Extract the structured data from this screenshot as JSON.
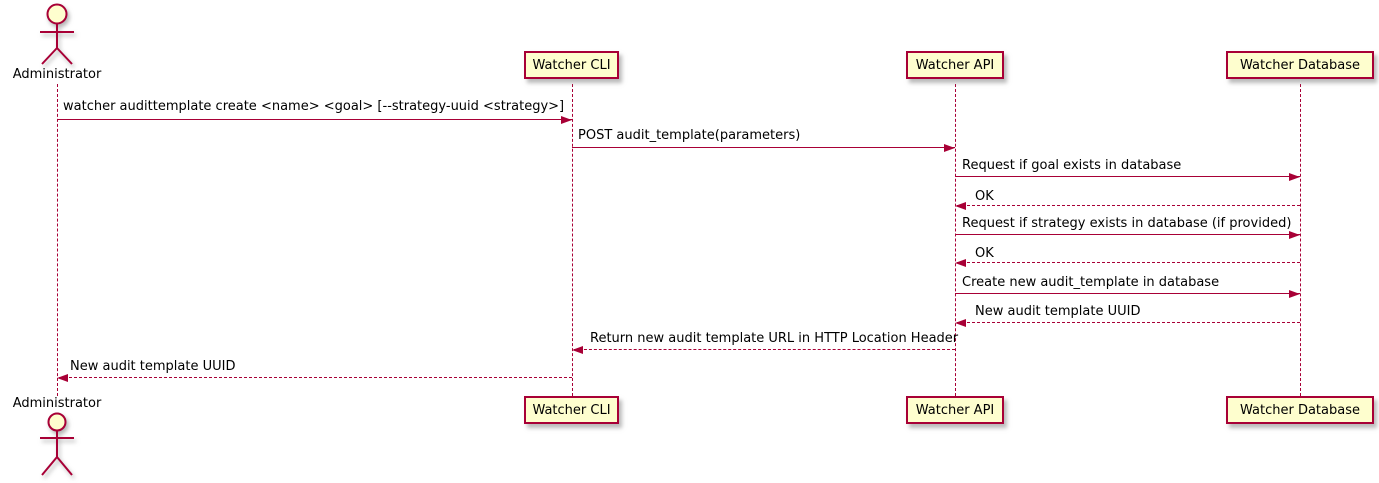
{
  "diagram": {
    "type": "sequence",
    "colors": {
      "accent": "#A80036",
      "participant_fill": "#FEFECE",
      "text": "#000000",
      "background": "#FFFFFF"
    },
    "actors": [
      {
        "name": "Administrator"
      }
    ],
    "participants": [
      {
        "label": "Watcher CLI"
      },
      {
        "label": "Watcher API"
      },
      {
        "label": "Watcher Database"
      }
    ],
    "messages": [
      {
        "from": "Administrator",
        "to": "Watcher CLI",
        "line": "solid",
        "text": "watcher audittemplate create <name> <goal> [--strategy-uuid <strategy>]"
      },
      {
        "from": "Watcher CLI",
        "to": "Watcher API",
        "line": "solid",
        "text": "POST audit_template(parameters)"
      },
      {
        "from": "Watcher API",
        "to": "Watcher Database",
        "line": "solid",
        "text": "Request if goal exists in database"
      },
      {
        "from": "Watcher Database",
        "to": "Watcher API",
        "line": "dashed",
        "text": "OK"
      },
      {
        "from": "Watcher API",
        "to": "Watcher Database",
        "line": "solid",
        "text": "Request if strategy exists in database (if provided)"
      },
      {
        "from": "Watcher Database",
        "to": "Watcher API",
        "line": "dashed",
        "text": "OK"
      },
      {
        "from": "Watcher API",
        "to": "Watcher Database",
        "line": "solid",
        "text": "Create new audit_template in database"
      },
      {
        "from": "Watcher Database",
        "to": "Watcher API",
        "line": "dashed",
        "text": "New audit template UUID"
      },
      {
        "from": "Watcher API",
        "to": "Watcher CLI",
        "line": "dashed",
        "text": "Return new audit template URL in HTTP Location Header"
      },
      {
        "from": "Watcher CLI",
        "to": "Administrator",
        "line": "dashed",
        "text": "New audit template UUID"
      }
    ]
  }
}
